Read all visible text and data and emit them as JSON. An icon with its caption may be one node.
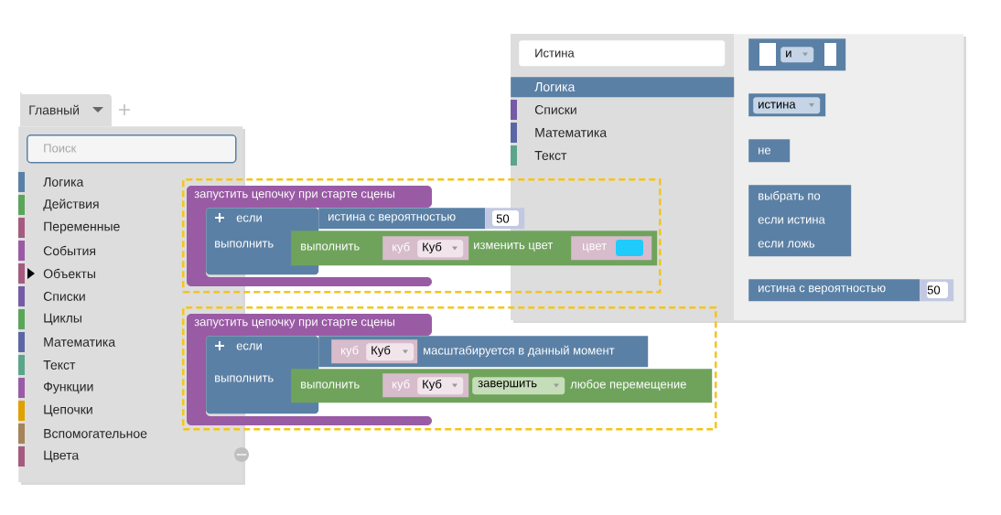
{
  "diagram": {
    "nodes": [
      {
        "text": [
          "Главный"
        ]
      },
      {
        "text": [],
        "shape": "box"
      },
      {
        "text": [
          "Поиск"
        ],
        "in": 1
      },
      {
        "text": [
          "Логика"
        ],
        "in": 1
      },
      {
        "text": [
          "Действия"
        ],
        "in": 1
      },
      {
        "text": [
          "Переменные"
        ],
        "in": 1
      },
      {
        "text": [
          "События"
        ],
        "in": 1
      },
      {
        "text": [
          "Объекты"
        ],
        "in": 1
      },
      {
        "text": [
          "Списки"
        ],
        "in": 1
      },
      {
        "text": [
          "Циклы"
        ],
        "in": 1
      },
      {
        "text": [
          "Математика"
        ],
        "in": 1
      },
      {
        "text": [
          "Текст"
        ],
        "in": 1
      },
      {
        "text": [
          "Функции"
        ],
        "in": 1
      },
      {
        "text": [
          "Цепочки"
        ],
        "in": 1
      },
      {
        "text": [
          "Вспомогательное"
        ],
        "in": 1
      },
      {
        "text": [
          "Цвета"
        ],
        "in": 1
      },
      {
        "text": [],
        "shape": "box"
      },
      {
        "text": [
          "запустить цепочку при старте сцены"
        ],
        "in": 16
      },
      {
        "text": [
          "если",
          "выполнить"
        ],
        "in": 17
      },
      {
        "text": [
          "истина с вероятностью"
        ],
        "in": 16
      },
      {
        "text": [
          "50"
        ],
        "in": 16
      },
      {
        "text": [
          "выполнить",
          "изменить цвет"
        ],
        "in": 16
      },
      {
        "text": [
          "куб"
        ],
        "in": 21
      },
      {
        "text": [
          "Куб"
        ],
        "in": 22
      },
      {
        "text": [
          "цвет"
        ]
      },
      {
        "text": [],
        "shape": "box"
      },
      {
        "text": [
          "запустить цепочку при старте сцены"
        ],
        "in": 25
      },
      {
        "text": [
          "если",
          "выполнить"
        ],
        "in": 26
      },
      {
        "text": [
          "масштабируется в данный момент"
        ],
        "in": 25
      },
      {
        "text": [
          "куб"
        ],
        "in": 28
      },
      {
        "text": [
          "Куб"
        ],
        "in": 29
      },
      {
        "text": [
          "выполнить",
          "любое перемещение"
        ],
        "in": 25
      },
      {
        "text": [
          "куб"
        ],
        "in": 31
      },
      {
        "text": [
          "Куб"
        ],
        "in": 32
      },
      {
        "text": [
          "завершить"
        ],
        "in": 31
      },
      {
        "text": [],
        "shape": "box"
      },
      {
        "text": [
          "Истина"
        ],
        "in": 35
      },
      {
        "text": [
          "Логика"
        ],
        "in": 35
      },
      {
        "text": [
          "Списки"
        ],
        "in": 35
      },
      {
        "text": [
          "Математика"
        ],
        "in": 35
      },
      {
        "text": [
          "Текст"
        ],
        "in": 35
      },
      {
        "text": [],
        "shape": "box",
        "in": 35
      },
      {
        "text": [
          "и"
        ],
        "in": 41
      },
      {
        "text": [],
        "shape": "box",
        "in": 35
      },
      {
        "text": [
          "истина"
        ],
        "in": 43
      },
      {
        "text": [
          "не"
        ],
        "in": 35
      },
      {
        "text": [
          "выбрать по",
          "если истина",
          "если ложь"
        ],
        "in": 35
      },
      {
        "text": [
          "истина с вероятностью"
        ],
        "in": 35
      },
      {
        "text": [
          "50"
        ],
        "in": 35
      }
    ]
  }
}
